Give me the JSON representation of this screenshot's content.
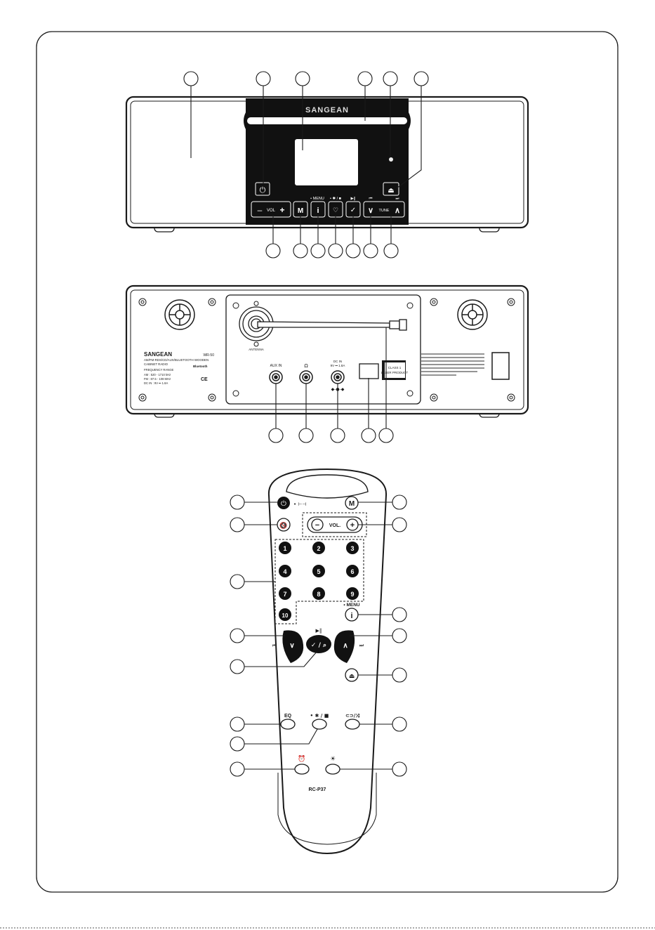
{
  "front": {
    "brand": "SANGEAN",
    "vol_label": "VOL",
    "menu_label": "• MENU",
    "bt_label": "• ✱ / ■",
    "playpause_label": "▶‖",
    "tune_label": "TUNE",
    "prev_label": "⏮",
    "next_label": "⏭"
  },
  "back": {
    "brand": "SANGEAN",
    "model": "WR-50",
    "desc_line1": "AM/FM-RDS/CD/AUX/BLUETOOTH WOODEN",
    "desc_line2": "CABINET RADIO",
    "freq_title": "FREQUENCY RANGE",
    "freq_am": "AM : 520 - 1710 kHz",
    "freq_fm": "FM : 87.5 - 108 MHz",
    "dc_rating": "DC IN : 9V ⎓ 1.8A",
    "bluetooth": "Bluetooth",
    "antenna_label": "ANTENNA",
    "aux_label": "AUX IN",
    "dcin_label": "DC IN",
    "dcin_rating": "9V ⎓ 1.8A",
    "laser_line1": "CLASS 1",
    "laser_line2": "LASER PRODUCT"
  },
  "remote": {
    "model": "RC-P37",
    "vol_label": "VOL.",
    "menu_label": "• MENU",
    "mode_label": "M",
    "info_label": "i",
    "eq_label": "EQ",
    "bt_label": "• ✱ / ■",
    "playpause_label": "▶‖",
    "prev_label": "⏮",
    "next_label": "⏭",
    "enter_label": "✓ / ⌕",
    "standby_label": "• ⊢⊣",
    "numbers": [
      "1",
      "2",
      "3",
      "4",
      "5",
      "6",
      "7",
      "8",
      "9",
      "10"
    ]
  },
  "colors": {
    "line": "#1a1a1a",
    "panel": "#111111",
    "background": "#ffffff"
  }
}
